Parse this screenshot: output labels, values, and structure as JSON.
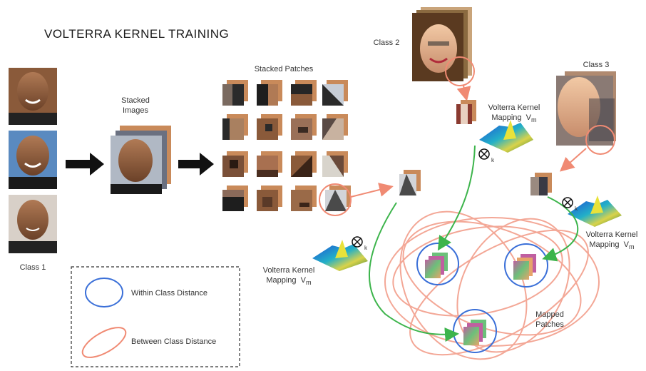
{
  "title": "VOLTERRA KERNEL TRAINING",
  "labels": {
    "class1": "Class 1",
    "class2": "Class 2",
    "class3": "Class 3",
    "stacked_images": "Stacked\nImages",
    "stacked_patches": "Stacked Patches",
    "mapped_patches": "Mapped\nPatches"
  },
  "kernel_mappings": [
    {
      "line1": "Volterra Kernel",
      "line2": "Mapping",
      "symbol": "V",
      "sub": "m"
    },
    {
      "line1": "Volterra Kernel",
      "line2": "Mapping",
      "symbol": "V",
      "sub": "m"
    },
    {
      "line1": "Volterra Kernel",
      "line2": "Mapping",
      "symbol": "V",
      "sub": "m"
    }
  ],
  "operator": {
    "symbol": "⊗",
    "sub": "k"
  },
  "legend": {
    "within": "Within Class Distance",
    "between": "Between Class Distance"
  },
  "colors": {
    "within_class": "#3a6fd8",
    "between_class": "#f08a73",
    "mapping_arrow": "#3cb44b",
    "black_arrow": "#111111"
  },
  "icons": {
    "person_photo": "face-photo",
    "patch": "image-patch",
    "kernel": "kernel-surface-plot"
  }
}
